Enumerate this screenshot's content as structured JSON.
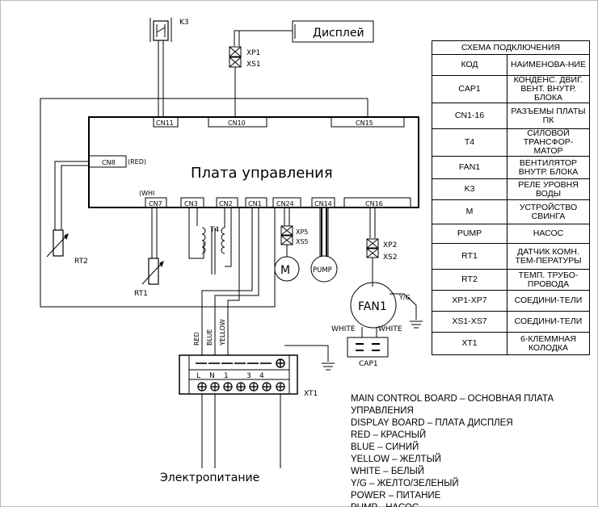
{
  "labels": {
    "k3": "K3",
    "display": "Дисплей",
    "xp1": "XP1",
    "xs1": "XS1",
    "cn11": "CN11",
    "cn10": "CN10",
    "cn15": "CN15",
    "cn8": "CN8",
    "red_cn8": "(RED)",
    "board_title": "Плата управления",
    "whi_cn7": "(WHI",
    "cn7": "CN7",
    "cn3": "CN3",
    "cn2": "CN2",
    "cn1": "CN1",
    "cn24": "CN24",
    "cn14": "CN14",
    "cn16": "CN16",
    "xp5": "XP5",
    "xs5": "XS5",
    "xp2": "XP2",
    "xs2": "XS2",
    "t4": "T4",
    "m": "M",
    "pump": "PUMP",
    "fan1": "FAN1",
    "yg": "Y/G",
    "white_left": "WHITE",
    "white_right": "WHITE",
    "cap1": "CAP1",
    "rt2": "RT2",
    "rt1": "RT1",
    "wire_red": "RED",
    "wire_blue": "BLUE",
    "wire_yellow": "YELLOW",
    "term_l": "L",
    "term_n": "N",
    "term_1": "1",
    "term_3": "3",
    "term_4": "4",
    "xt1": "XT1",
    "power": "Электропитание"
  },
  "table": {
    "title": "СХЕМА ПОДКЛЮЧЕНИЯ",
    "rows": [
      {
        "code": "КОД",
        "name": "НАИМЕНОВА-НИЕ"
      },
      {
        "code": "CAP1",
        "name": "КОНДЕНС. ДВИГ. ВЕНТ. ВНУТР. БЛОКА"
      },
      {
        "code": "CN1-16",
        "name": "РАЗЪЕМЫ ПЛАТЫ ПК"
      },
      {
        "code": "T4",
        "name": "СИЛОВОЙ ТРАНСФОР-МАТОР"
      },
      {
        "code": "FAN1",
        "name": "ВЕНТИЛЯТОР ВНУТР. БЛОКА"
      },
      {
        "code": "K3",
        "name": "РЕЛЕ УРОВНЯ ВОДЫ"
      },
      {
        "code": "M",
        "name": "УСТРОЙСТВО СВИНГА"
      },
      {
        "code": "PUMP",
        "name": "НАСОС"
      },
      {
        "code": "RT1",
        "name": "ДАТЧИК КОМН. ТЕМ-ПЕРАТУРЫ"
      },
      {
        "code": "RT2",
        "name": "ТЕМП. ТРУБО-ПРОВОДА"
      },
      {
        "code": "XP1-XP7",
        "name": "СОЕДИНИ-ТЕЛИ"
      },
      {
        "code": "XS1-XS7",
        "name": "СОЕДИНИ-ТЕЛИ"
      },
      {
        "code": "XT1",
        "name": "6-КЛЕММНАЯ КОЛОДКА"
      }
    ]
  },
  "notes": [
    "MAIN CONTROL BOARD – ОСНОВНАЯ ПЛАТА",
    "УПРАВЛЕНИЯ",
    "DISPLAY BOARD – ПЛАТА ДИСПЛЕЯ",
    "RED – КРАСНЫЙ",
    "BLUE – СИНИЙ",
    "YELLOW – ЖЕЛТЫЙ",
    "WHITE – БЕЛЫЙ",
    "Y/G – ЖЕЛТО/ЗЕЛЕНЫЙ",
    "POWER – ПИТАНИЕ",
    "PUMP - НАСОС"
  ]
}
